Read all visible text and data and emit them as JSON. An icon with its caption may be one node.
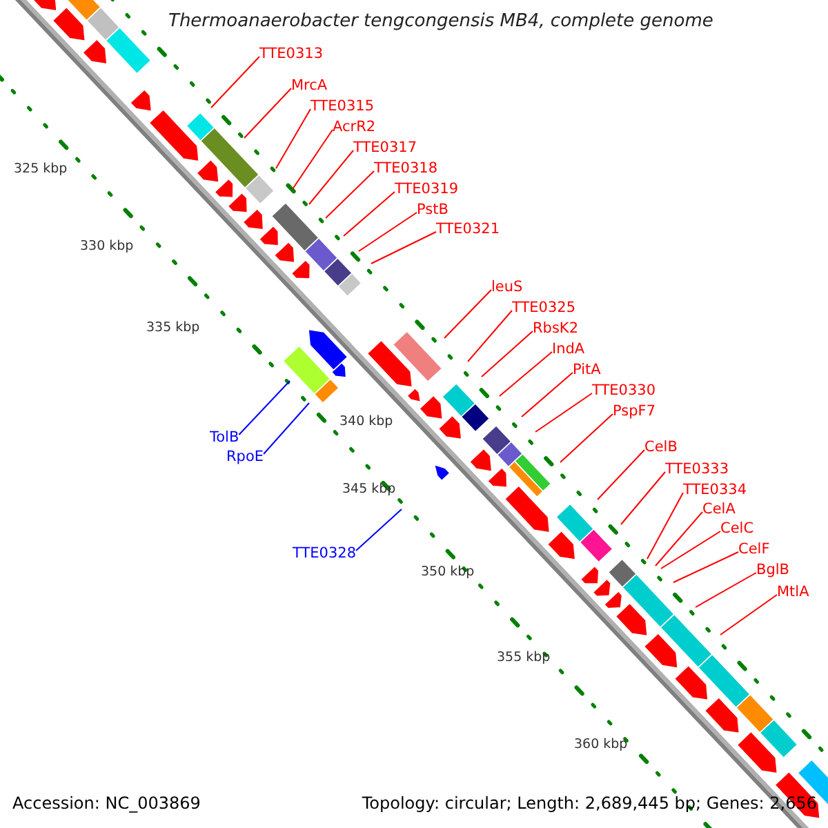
{
  "diagram": {
    "title": "Thermoanaerobacter tengcongensis MB4, complete genome",
    "nodes": [
      {
        "text": [
          "TTE0313"
        ]
      },
      {
        "text": [
          "MrcA"
        ]
      },
      {
        "text": [
          "TTE0315"
        ]
      },
      {
        "text": [
          "AcrR2"
        ]
      },
      {
        "text": [
          "TTE0317"
        ]
      },
      {
        "text": [
          "TTE0318"
        ]
      },
      {
        "text": [
          "TTE0319"
        ]
      },
      {
        "text": [
          "PstB"
        ]
      },
      {
        "text": [
          "TTE0321"
        ]
      },
      {
        "text": [
          "leuS"
        ]
      },
      {
        "text": [
          "TTE0325"
        ]
      },
      {
        "text": [
          "RbsK2"
        ]
      },
      {
        "text": [
          "IndA"
        ]
      },
      {
        "text": [
          "PitA"
        ]
      },
      {
        "text": [
          "TTE0330"
        ]
      },
      {
        "text": [
          "PspF7"
        ]
      },
      {
        "text": [
          "CelB"
        ]
      },
      {
        "text": [
          "TTE0333"
        ]
      },
      {
        "text": [
          "TTE0334"
        ]
      },
      {
        "text": [
          "CelA"
        ]
      },
      {
        "text": [
          "CelC"
        ]
      },
      {
        "text": [
          "CelF"
        ]
      },
      {
        "text": [
          "BglB"
        ]
      },
      {
        "text": [
          "MtlA"
        ]
      },
      {
        "text": [
          "TolB"
        ]
      },
      {
        "text": [
          "RpoE"
        ]
      },
      {
        "text": [
          "TTE0328"
        ]
      }
    ],
    "edges": [
      {
        "from": 0,
        "to": null,
        "arrow": "none"
      },
      {
        "from": 1,
        "to": null,
        "arrow": "none"
      },
      {
        "from": 2,
        "to": null,
        "arrow": "none"
      },
      {
        "from": 3,
        "to": null,
        "arrow": "none"
      },
      {
        "from": 4,
        "to": null,
        "arrow": "none"
      },
      {
        "from": 5,
        "to": null,
        "arrow": "none"
      },
      {
        "from": 6,
        "to": null,
        "arrow": "none"
      },
      {
        "from": 7,
        "to": null,
        "arrow": "none"
      },
      {
        "from": 8,
        "to": null,
        "arrow": "none"
      },
      {
        "from": 9,
        "to": null,
        "arrow": "none"
      },
      {
        "from": 10,
        "to": null,
        "arrow": "none"
      },
      {
        "from": 11,
        "to": null,
        "arrow": "none"
      },
      {
        "from": 12,
        "to": null,
        "arrow": "none"
      },
      {
        "from": 13,
        "to": null,
        "arrow": "none"
      },
      {
        "from": 14,
        "to": null,
        "arrow": "none"
      },
      {
        "from": 15,
        "to": null,
        "arrow": "none"
      },
      {
        "from": 16,
        "to": null,
        "arrow": "none"
      },
      {
        "from": 17,
        "to": null,
        "arrow": "none"
      },
      {
        "from": 18,
        "to": null,
        "arrow": "none"
      },
      {
        "from": 19,
        "to": null,
        "arrow": "none"
      },
      {
        "from": 20,
        "to": null,
        "arrow": "none"
      },
      {
        "from": 21,
        "to": null,
        "arrow": "none"
      },
      {
        "from": 22,
        "to": null,
        "arrow": "none"
      },
      {
        "from": 23,
        "to": null,
        "arrow": "none"
      },
      {
        "from": 24,
        "to": null,
        "arrow": "none",
        "color": "#0000ff"
      },
      {
        "from": 25,
        "to": null,
        "arrow": "none",
        "color": "#0000ff"
      },
      {
        "from": 26,
        "to": null,
        "arrow": "none",
        "color": "#0000ff"
      }
    ],
    "labels": [
      "325 kbp",
      "330 kbp",
      "335 kbp",
      "340 kbp",
      "345 kbp",
      "350 kbp",
      "355 kbp",
      "360 kbp",
      "Accession: NC_003869",
      "Topology: circular; Length: 2,689,445 bp; Genes: 2,656"
    ]
  }
}
